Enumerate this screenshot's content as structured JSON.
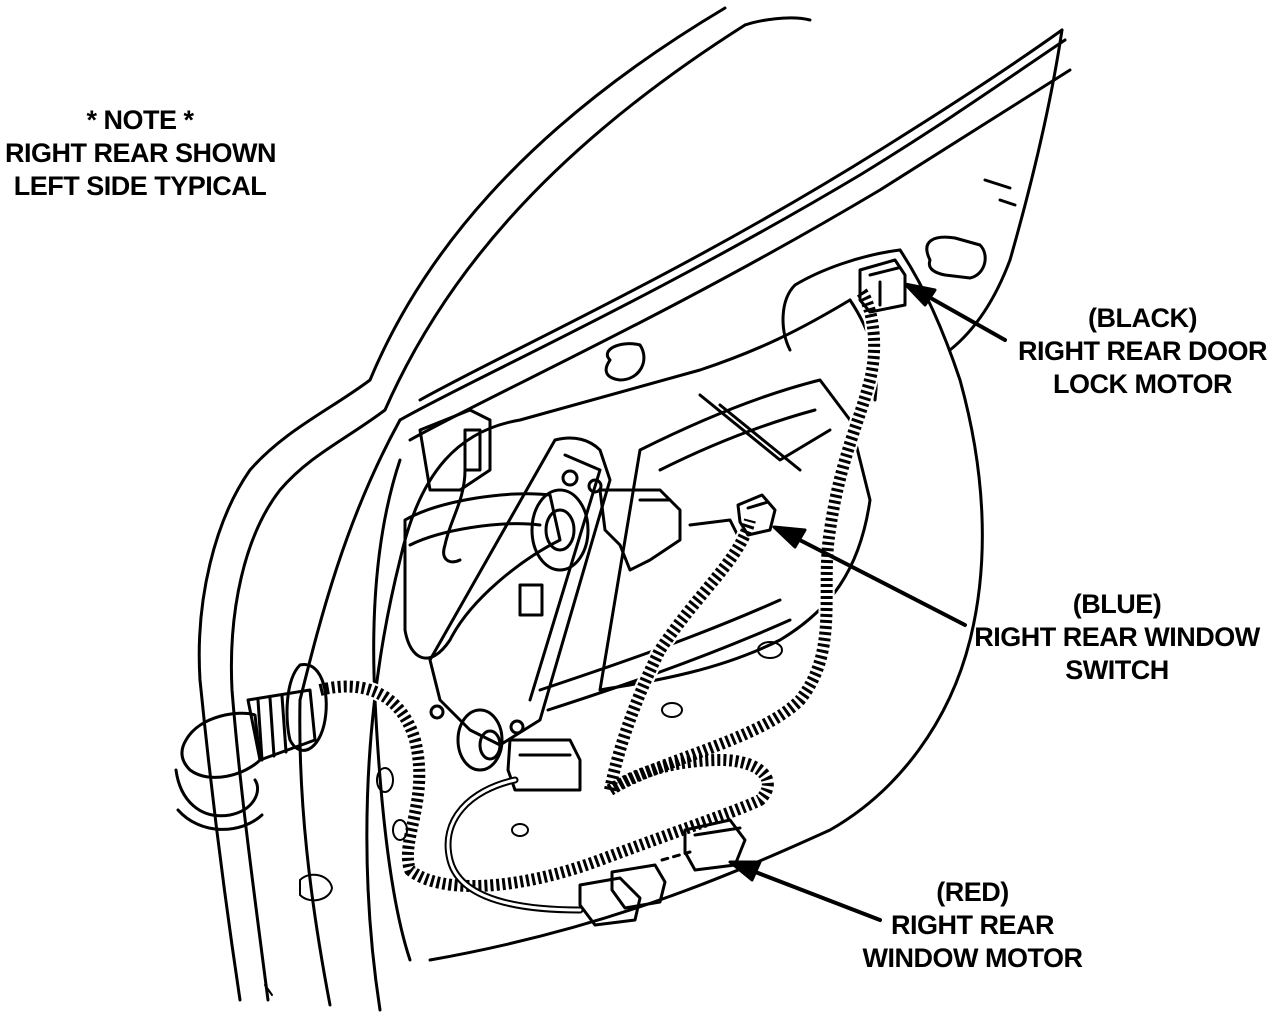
{
  "note": {
    "lines": [
      "* NOTE *",
      "RIGHT REAR SHOWN",
      "LEFT SIDE TYPICAL"
    ]
  },
  "callouts": {
    "lock_motor": {
      "lines": [
        "(BLACK)",
        "RIGHT REAR DOOR",
        "LOCK MOTOR"
      ]
    },
    "window_switch": {
      "lines": [
        "(BLUE)",
        "RIGHT REAR WINDOW",
        "SWITCH"
      ]
    },
    "window_motor": {
      "lines": [
        "(RED)",
        "RIGHT REAR",
        "WINDOW MOTOR"
      ]
    }
  },
  "colors": {
    "ink": "#000000",
    "paper": "#ffffff"
  }
}
